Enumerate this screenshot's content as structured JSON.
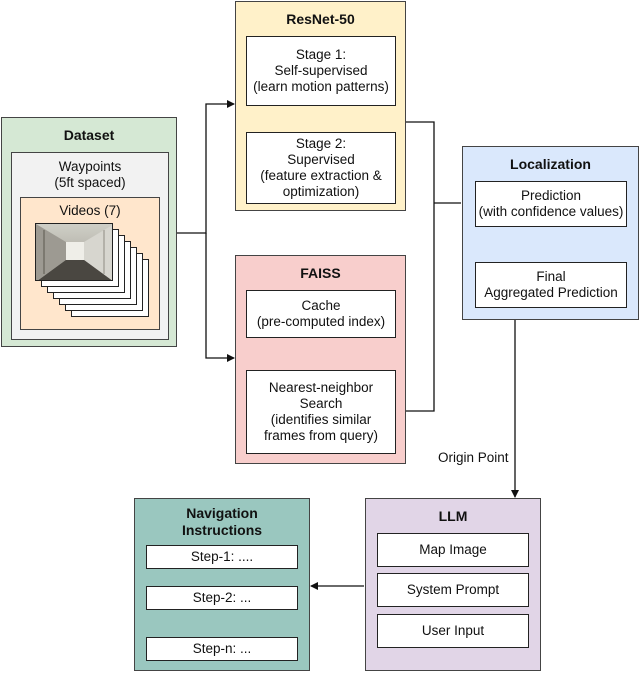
{
  "colors": {
    "resnet_bg": "#FFF1C9",
    "faiss_bg": "#F8CECC",
    "dataset_bg": "#D5E8D4",
    "waypoints_bg": "#F2F2F2",
    "videos_bg": "#FFE6CC",
    "localization_bg": "#DAE8FC",
    "llm_bg": "#E1D5E7",
    "nav_bg": "#9AC7BF"
  },
  "resnet": {
    "title": "ResNet-50",
    "stage1": "Stage 1:\nSelf-supervised\n(learn motion patterns)",
    "stage2": "Stage 2:\nSupervised\n(feature extraction &\noptimization)"
  },
  "faiss": {
    "title": "FAISS",
    "cache": "Cache\n(pre-computed index)",
    "search": "Nearest-neighbor\nSearch\n(identifies similar\nframes from query)"
  },
  "dataset": {
    "title": "Dataset",
    "waypoints": "Waypoints\n(5ft spaced)",
    "videos": "Videos (7)",
    "video_icon": "hallway-video-frames"
  },
  "localization": {
    "title": "Localization",
    "prediction": "Prediction\n(with confidence values)",
    "final": "Final\nAggregated Prediction"
  },
  "edge_label": "Origin Point",
  "llm": {
    "title": "LLM",
    "items": [
      "Map Image",
      "System Prompt",
      "User Input"
    ]
  },
  "navigation": {
    "title": "Navigation\nInstructions",
    "steps": [
      "Step-1: ....",
      "Step-2: ...",
      "Step-n: ..."
    ]
  }
}
